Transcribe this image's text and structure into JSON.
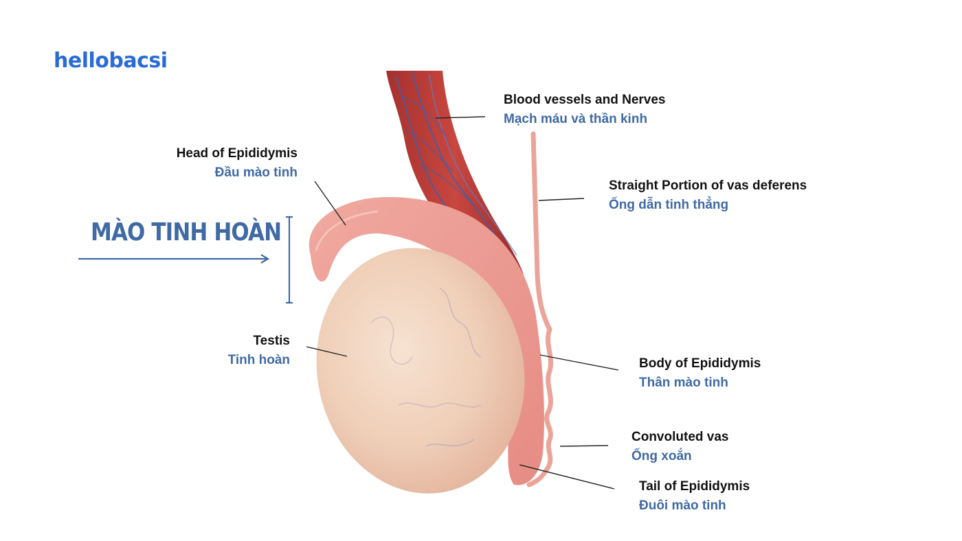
{
  "logo": {
    "part1": "hello",
    "part2": "bacsi"
  },
  "colors": {
    "accent_blue": "#3f6aa4",
    "logo_blue": "#2a6cd6",
    "label_black": "#111111"
  },
  "main_label": "MÀO TINH HOÀN",
  "labels": {
    "blood_vessels": {
      "en": "Blood vessels and Nerves",
      "vi": "Mạch máu và thần kinh"
    },
    "head": {
      "en": "Head of Epididymis",
      "vi": "Đầu mào tinh"
    },
    "straight_vas": {
      "en": "Straight Portion of vas deferens",
      "vi": "Ống dẫn tinh thẳng"
    },
    "testis": {
      "en": "Testis",
      "vi": "Tinh hoàn"
    },
    "body": {
      "en": "Body of Epididymis",
      "vi": "Thân mào tinh"
    },
    "convoluted": {
      "en": "Convoluted vas",
      "vi": "Ống xoắn"
    },
    "tail": {
      "en": "Tail of Epididymis",
      "vi": "Đuôi mào tinh"
    }
  }
}
